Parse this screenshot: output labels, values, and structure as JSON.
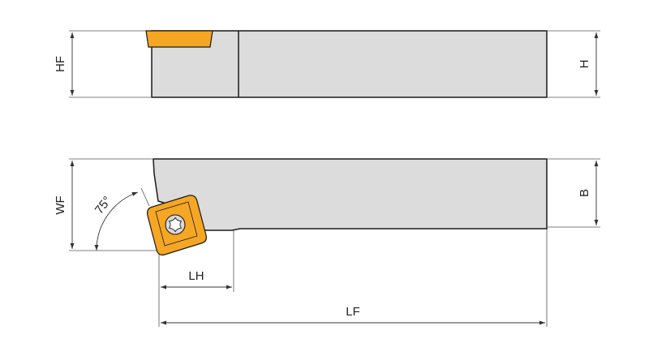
{
  "labels": {
    "hf": "HF",
    "h": "H",
    "wf": "WF",
    "b": "B",
    "lh": "LH",
    "lf": "LF",
    "angle": "75°"
  },
  "colors": {
    "insert": "#f5a623",
    "body": "#dcdcdc",
    "outline": "#1a1a1a"
  }
}
